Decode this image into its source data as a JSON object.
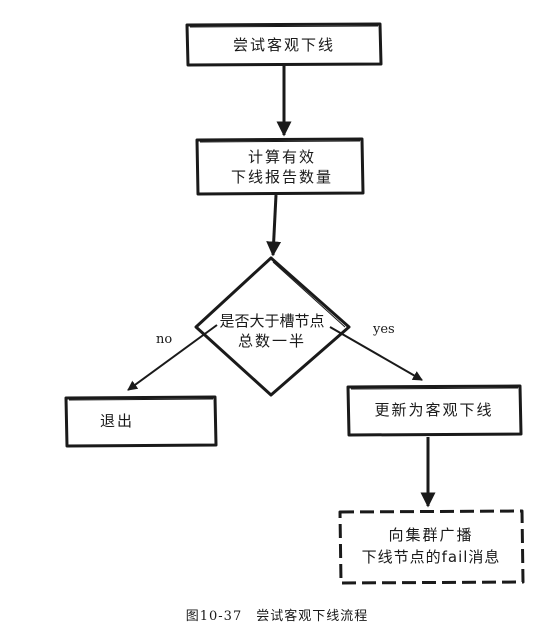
{
  "nodes": {
    "attempt_offline": "尝试客观下线",
    "count_reports_line1": "计算有效",
    "count_reports_line2": "下线报告数量",
    "decision_line1": "是否大于槽节点",
    "decision_line2": "总数一半",
    "exit": "退出",
    "update_offline": "更新为客观下线",
    "broadcast_line1": "向集群广播",
    "broadcast_line2": "下线节点的fail消息"
  },
  "edges": {
    "no_label": "no",
    "yes_label": "yes"
  },
  "caption": "图10-37　尝试客观下线流程"
}
